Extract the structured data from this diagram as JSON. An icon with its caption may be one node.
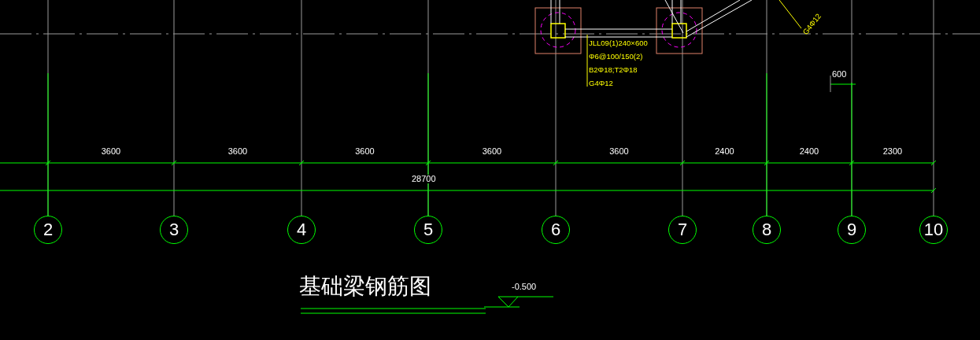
{
  "diagram": {
    "title": "基础梁钢筋图",
    "nodes": [
      {
        "text": [
          "2"
        ]
      },
      {
        "text": [
          "3"
        ]
      },
      {
        "text": [
          "4"
        ]
      },
      {
        "text": [
          "5"
        ]
      },
      {
        "text": [
          "6"
        ]
      },
      {
        "text": [
          "7"
        ]
      },
      {
        "text": [
          "8"
        ]
      },
      {
        "text": [
          "9"
        ]
      },
      {
        "text": [
          "10"
        ]
      }
    ],
    "labels": [
      "JLL09(1)240×600",
      "Φ6@100/150(2)",
      "B2Φ18;T2Φ18",
      "G4Φ12",
      "G4Φ12",
      "600",
      "3600",
      "3600",
      "3600",
      "3600",
      "3600",
      "2400",
      "2400",
      "2300",
      "28700",
      "-0.500"
    ]
  }
}
